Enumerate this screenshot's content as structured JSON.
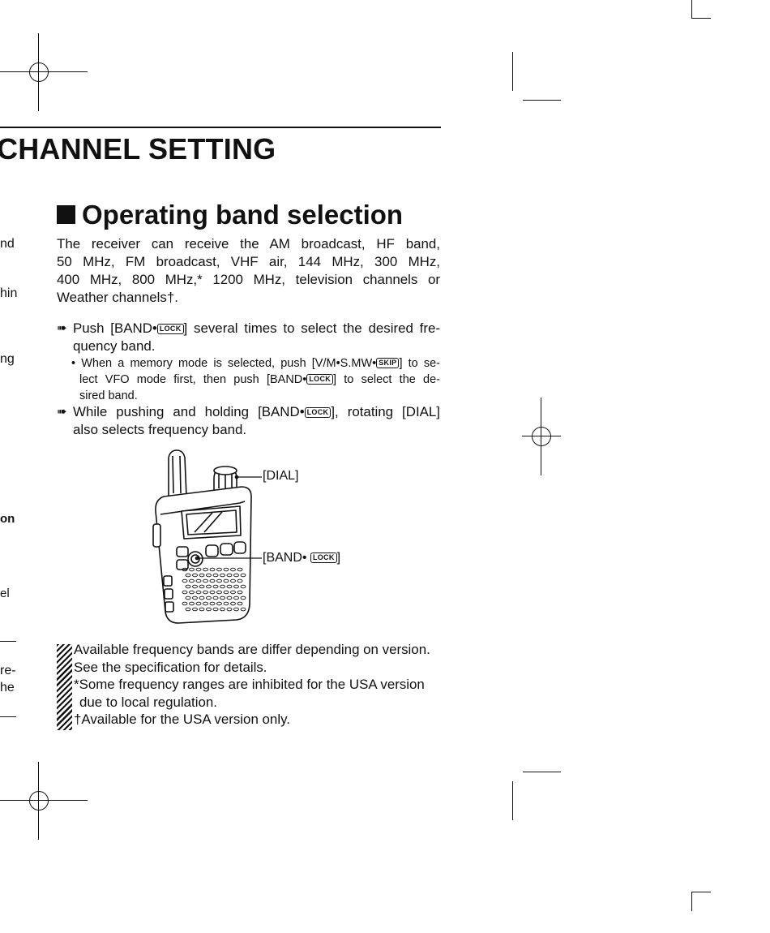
{
  "chapter_title": "CHANNEL SETTING",
  "left_fragments": [
    "nd",
    "hin",
    "ng",
    "on",
    "el",
    "re-",
    "he"
  ],
  "section_title": "Operating band selection",
  "intro_lines": [
    "The receiver can receive the AM broadcast, HF band,",
    "50 MHz, FM broadcast, VHF air, 144 MHz, 300 MHz,",
    "400 MHz, 800 MHz,* 1200 MHz, television channels or",
    "Weather channels†."
  ],
  "step1": {
    "line1_a": "Push [BAND•",
    "line1_b": "] several times to select the desired fre-",
    "line2": "quency band."
  },
  "note": {
    "line1_a": "• When a memory mode is selected, push [V/M•S.MW•",
    "line1_b": "] to se-",
    "line2_a": "lect VFO mode first, then push [BAND•",
    "line2_b": "] to select the de-",
    "line3": "sired band."
  },
  "step2": {
    "line1_a": "While pushing and holding [BAND•",
    "line1_b": "], rotating [DIAL]",
    "line2": "also selects frequency band."
  },
  "keys": {
    "lock": "LOCK",
    "skip": "SKIP"
  },
  "callouts": {
    "dial": "[DIAL]",
    "band_a": "[BAND• ",
    "band_b": "]"
  },
  "warning_lines": [
    "Available frequency bands are differ depending on version.",
    "See the specification for details.",
    "*Some frequency ranges are inhibited for the USA version",
    "due to local regulation.",
    "†Available for the USA version only."
  ],
  "icons": {
    "step_arrow": "arrow-right-icon",
    "warning": "hatched-note-icon",
    "section_marker": "black-square-icon"
  }
}
